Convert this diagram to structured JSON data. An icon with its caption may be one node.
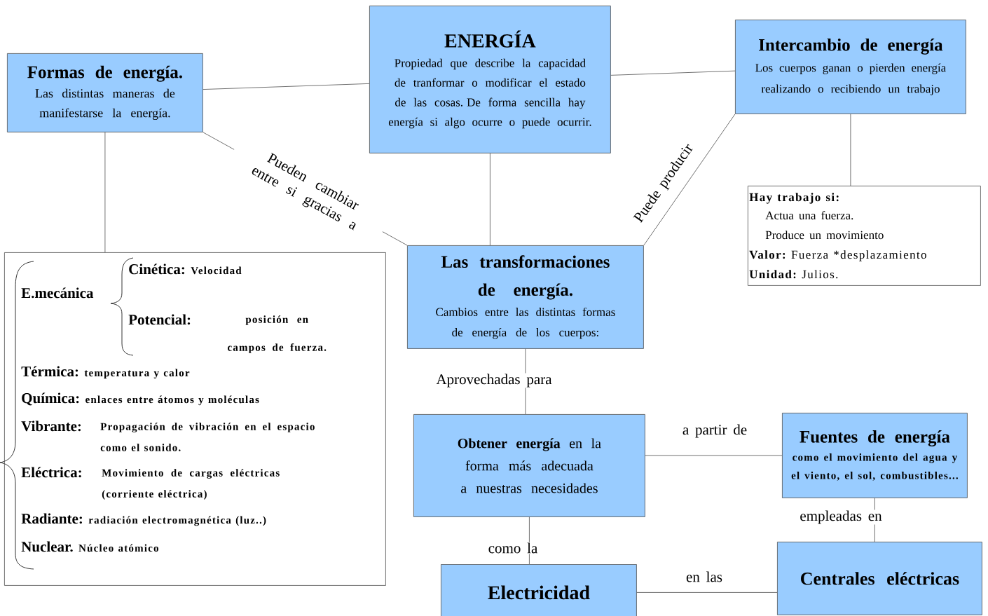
{
  "diagram": {
    "nodes": [
      {
        "text": [
          "Formas de energía.",
          "Las distintas maneras de manifestarse la energía."
        ]
      },
      {
        "text": [
          "ENERGÍA",
          "Propiedad que describe la capacidad de tranformar o modificar el estado de las cosas. De forma sencilla hay energía si algo ocurre o puede ocurrir."
        ]
      },
      {
        "text": [
          "Intercambio de energía",
          "Los cuerpos ganan o pierden energía realizando o recibiendo un trabajo"
        ]
      },
      {
        "text": [
          "Hay trabajo si:",
          "Actua una fuerza.",
          "Produce un movimiento",
          "Valor:",
          "Fuerza *desplazamiento",
          "Unidad:",
          "Julios."
        ]
      },
      {
        "text": [
          "E.mecánica",
          "Cinética:",
          "Velocidad",
          "Potencial:",
          "posición en campos de fuerza.",
          "Térmica:",
          "temperatura y calor",
          "Química:",
          "enlaces entre átomos y moléculas",
          "Vibrante:",
          "Propagación de vibración en el espacio como el sonido.",
          "Eléctrica:",
          "Movimiento de cargas eléctricas (corriente eléctrica)",
          "Radiante:",
          "radiación electromagnética (luz..)",
          "Nuclear.",
          "Núcleo atómico"
        ]
      },
      {
        "text": [
          "Las transformaciones de energía.",
          "Cambios entre las distintas formas de energía de los cuerpos:"
        ]
      },
      {
        "text": [
          "**Obtener energía** en la forma más adecuada a nuestras necesidades"
        ]
      },
      {
        "text": [
          "Fuentes de energía",
          "como el movimiento del agua y el viento, el sol, combustibles..."
        ]
      },
      {
        "text": [
          "Electricidad"
        ]
      },
      {
        "text": [
          "Centrales eléctricas"
        ]
      }
    ],
    "edges": [
      {
        "from": 0,
        "to": 1,
        "arrow": "none"
      },
      {
        "from": 1,
        "to": 2,
        "arrow": "none"
      },
      {
        "from": 2,
        "to": 3,
        "arrow": "none"
      },
      {
        "from": 0,
        "to": 4,
        "arrow": "none"
      },
      {
        "from": 0,
        "to": 5,
        "arrow": "none",
        "label": "Pueden cambiar entre si gracias a"
      },
      {
        "from": 1,
        "to": 5,
        "arrow": "none"
      },
      {
        "from": 2,
        "to": 5,
        "arrow": "none",
        "label": "Puede producir"
      },
      {
        "from": 5,
        "to": 6,
        "arrow": "none",
        "label": "Aprovechadas para"
      },
      {
        "from": 6,
        "to": 7,
        "arrow": "none",
        "label": "a partir de"
      },
      {
        "from": 7,
        "to": 9,
        "arrow": "none",
        "label": "empleadas en"
      },
      {
        "from": 6,
        "to": 8,
        "arrow": "none",
        "label": "como la"
      },
      {
        "from": 8,
        "to": 9,
        "arrow": "none",
        "label": "en las"
      }
    ]
  }
}
